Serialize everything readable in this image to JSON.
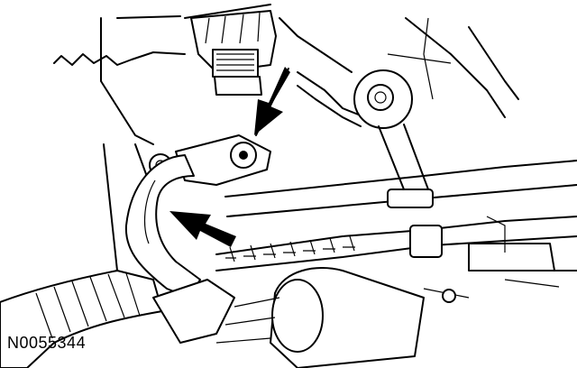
{
  "figure": {
    "id_label": "N0055344"
  },
  "callouts": [
    {
      "name": "arrow-to-bolt",
      "direction": "down-left"
    },
    {
      "name": "arrow-to-hose",
      "direction": "up-left"
    }
  ],
  "colors": {
    "line": "#000000",
    "background": "#ffffff"
  }
}
